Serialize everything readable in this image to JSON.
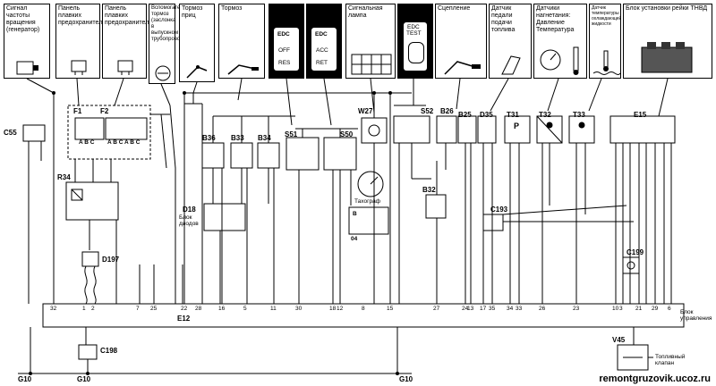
{
  "captions": [
    {
      "id": "generator",
      "text": "Сигнал частоты вращения (генератор)",
      "dark": false
    },
    {
      "id": "fuse1",
      "text": "Панель плавких предохранителей",
      "dark": false
    },
    {
      "id": "fuse2",
      "text": "Панель плавких предохранителей",
      "dark": false
    },
    {
      "id": "exhaust",
      "text": "Вспомогательный тормоз (заслонка в выпускном трубопроводе)",
      "dark": false
    },
    {
      "id": "parkbrake",
      "text": "Тормоз приц",
      "dark": false
    },
    {
      "id": "brake",
      "text": "Тормоз",
      "dark": false
    },
    {
      "id": "edc1",
      "text": "",
      "dark": true,
      "panel": [
        "EDC",
        "OFF",
        "RES"
      ]
    },
    {
      "id": "edc2",
      "text": "",
      "dark": true,
      "panel": [
        "EDC",
        "ACC",
        "RET"
      ]
    },
    {
      "id": "signallamp",
      "text": "Сигнальная лампа",
      "dark": false
    },
    {
      "id": "edctest",
      "text": "",
      "dark": true,
      "panel": [
        "EDC",
        "TEST"
      ]
    },
    {
      "id": "clutch",
      "text": "Сцепление",
      "dark": false
    },
    {
      "id": "pedal",
      "text": "Датчик педали подачи топлива",
      "dark": false
    },
    {
      "id": "boost",
      "text": "Датчики нагнетания: Давление Температура",
      "dark": false
    },
    {
      "id": "coolant",
      "text": "Датчик температуры охлаждающей жидкости",
      "dark": false
    },
    {
      "id": "rack",
      "text": "Блок установки рейки ТНВД",
      "dark": false
    }
  ],
  "labels": {
    "c55": "C55",
    "r34": "R34",
    "f1": "F1",
    "f2": "F2",
    "d18": "D18",
    "d18_desc": "Блок диодов",
    "b36": "B36",
    "b33": "B33",
    "b34": "B34",
    "s51": "S51",
    "s50": "S50",
    "w27": "W27",
    "s52": "S52",
    "b25": "B25",
    "b26": "B26",
    "d35": "D35",
    "t31": "T31",
    "t32": "T32",
    "t33": "T33",
    "e15": "E15",
    "b32": "B32",
    "c193": "C193",
    "c199": "C199",
    "d197": "D197",
    "c198": "C198",
    "v45": "V45",
    "v45_desc": "Топливный клапан",
    "e12": "E12",
    "e12_desc": "Блок управления",
    "g10a": "G10",
    "g10b": "G10",
    "g10c": "G10",
    "tacho": "Тахограф",
    "tacho_b": "B",
    "tacho_n": "04",
    "abc1": "A B C",
    "abc2": "A B C A B C",
    "t31_sym": "P",
    "watermark": "remontgruzovik.ucoz.ru"
  },
  "pins": [
    "32",
    "1",
    "2",
    "7",
    "25",
    "22",
    "28",
    "16",
    "5",
    "11",
    "30",
    "18",
    "12",
    "8",
    "15",
    "27",
    "24",
    "13",
    "17",
    "35",
    "34",
    "33",
    "26",
    "23",
    "10",
    "3",
    "21",
    "29",
    "6"
  ]
}
